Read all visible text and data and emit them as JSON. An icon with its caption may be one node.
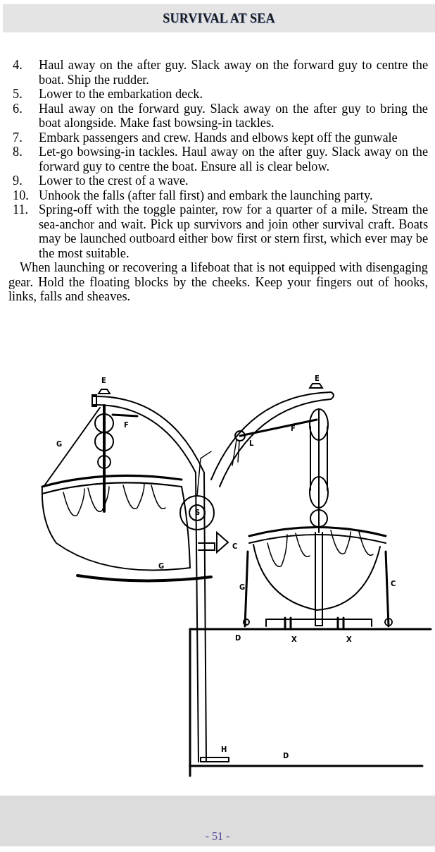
{
  "diagram": {
    "title": "SURVIVAL AT SEA",
    "labels": [
      "4.",
      "Haul away on the after guy. Slack away on the forward guy to centre the boat. Ship the rudder.",
      "5.",
      "Lower to the embarkation deck.",
      "6.",
      "Haul away on the forward guy. Slack away on the after guy to bring the boat alongside. Make fast bowsing-in tackles.",
      "7.",
      "Embark passengers and crew. Hands and elbows kept off the gunwale",
      "8.",
      "Let-go bowsing-in tackles. Haul away on the after guy. Slack away on the forward guy to centre the boat. Ensure all is clear below.",
      "9.",
      "Lower to the crest of a wave.",
      "10.",
      "Unhook the falls (after fall first) and embark the launching party.",
      "11.",
      "Spring-off with the toggle painter, row for a quarter of a mile. Stream the sea-anchor and wait. Pick up survivors and join other survival craft. Boats may be launched outboard either bow first or stern first, which ever may be the most suitable.",
      "When launching or recovering a lifeboat that is not equipped with disengaging gear. Hold the floating blocks by the cheeks. Keep your fingers out of hooks, links, falls and sheaves.",
      "E",
      "E",
      "F",
      "L",
      "F",
      "G",
      "S",
      "C",
      "G",
      "G",
      "C",
      "D",
      "X",
      "X",
      "H",
      "D",
      "- 51 -"
    ]
  }
}
